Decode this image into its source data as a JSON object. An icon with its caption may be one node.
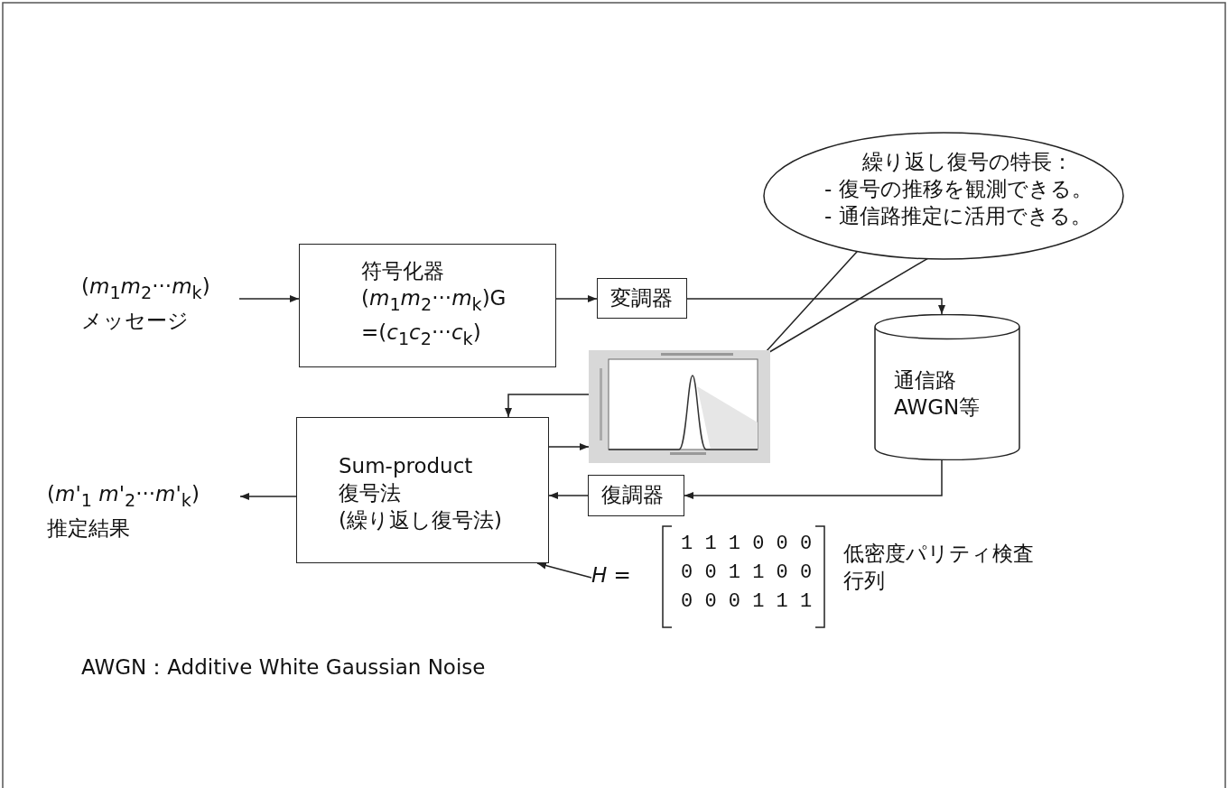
{
  "diagram": {
    "nodes": [
      {
        "text": [
          "(*m*$_{1}$*m*$_{2}$···*m*$_{k}$)",
          "メッセージ"
        ]
      },
      {
        "text": [
          "符号化器",
          "(*m*$_{1}$*m*$_{2}$···*m*$_{k}$)G =(*c*$_{1}$*c*$_{2}$···*c*$_{k}$)"
        ]
      },
      {
        "text": [
          "変調器"
        ]
      },
      {
        "text": [
          "通信路 AWGN等"
        ]
      },
      {
        "text": [
          "復調器"
        ]
      },
      {
        "text": [
          "Sum-product 復号法 (繰り返し復号法)"
        ]
      },
      {
        "text": [
          "(*m*'$_{1}$ *m*'$_{2}$···*m*'$_{k}$)",
          "推定結果"
        ]
      },
      {
        "text": [],
        "shape": "picture"
      },
      {
        "text": [
          "繰り返し復号の特長：",
          "- 復号の推移を観測できる。",
          "- 通信路推定に活用できる。"
        ]
      },
      {
        "text": [
          "*H* ="
        ]
      }
    ],
    "edges": [
      {
        "from": 0,
        "to": 1,
        "arrow": "to"
      },
      {
        "from": 1,
        "to": 2,
        "arrow": "to"
      },
      {
        "from": 2,
        "to": 3,
        "arrow": "to"
      },
      {
        "from": 3,
        "to": 4,
        "arrow": "to"
      },
      {
        "from": 4,
        "to": 5,
        "arrow": "to"
      },
      {
        "from": 5,
        "to": 6,
        "arrow": "to"
      },
      {
        "from": 5,
        "to": 7,
        "arrow": "to"
      },
      {
        "from": 7,
        "to": 5,
        "arrow": "to"
      },
      {
        "from": 8,
        "to": 7,
        "arrow": "none"
      },
      {
        "from": 9,
        "to": 5,
        "arrow": "to"
      }
    ],
    "labels": [
      "1 1 1 0 0 0",
      "0 0 1 1 0 0",
      "0 0 0 1 1 1",
      "低密度パリティ検査行列",
      "AWGN：Additive White Gaussian Noise"
    ]
  }
}
